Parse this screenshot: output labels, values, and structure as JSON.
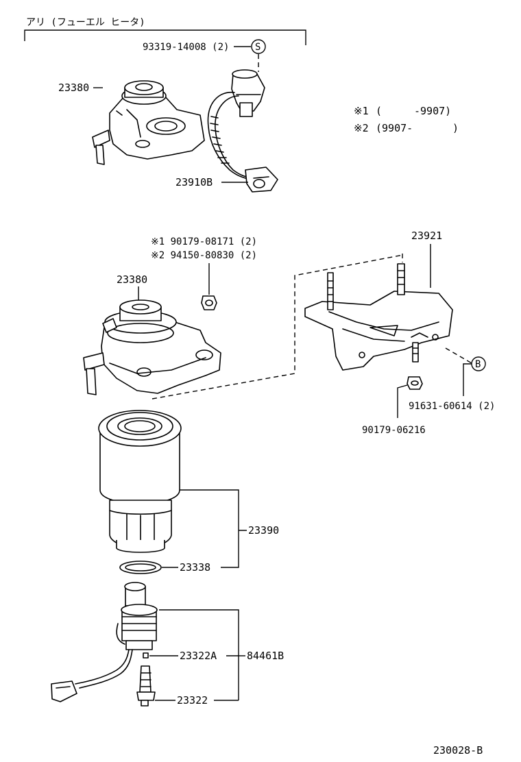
{
  "header": {
    "title": "アリ (フューエル ヒータ)"
  },
  "notes": {
    "n1_mark": "※1",
    "n1_open": "(",
    "n1_range": "-9907)",
    "n2_mark": "※2",
    "n2_range": "(9907-",
    "n2_close": ")"
  },
  "callouts": {
    "s": "S",
    "b": "B"
  },
  "labels": {
    "bolt_93319": "93319-14008 (2)",
    "filter_head_top": "23380",
    "wire_23910b": "23910B",
    "bracket_23921": "23921",
    "nut1_line": "※1  90179-08171 (2)",
    "nut2_line": "※2  94150-80830 (2)",
    "filter_head_mid": "23380",
    "bolt_91631": "91631-60614 (2)",
    "nut_90179_06216": "90179-06216",
    "filter_23390": "23390",
    "oring_23338": "23338",
    "part_23322a": "23322A",
    "assy_84461b": "84461B",
    "switch_23322": "23322",
    "figure_code": "230028-B"
  }
}
